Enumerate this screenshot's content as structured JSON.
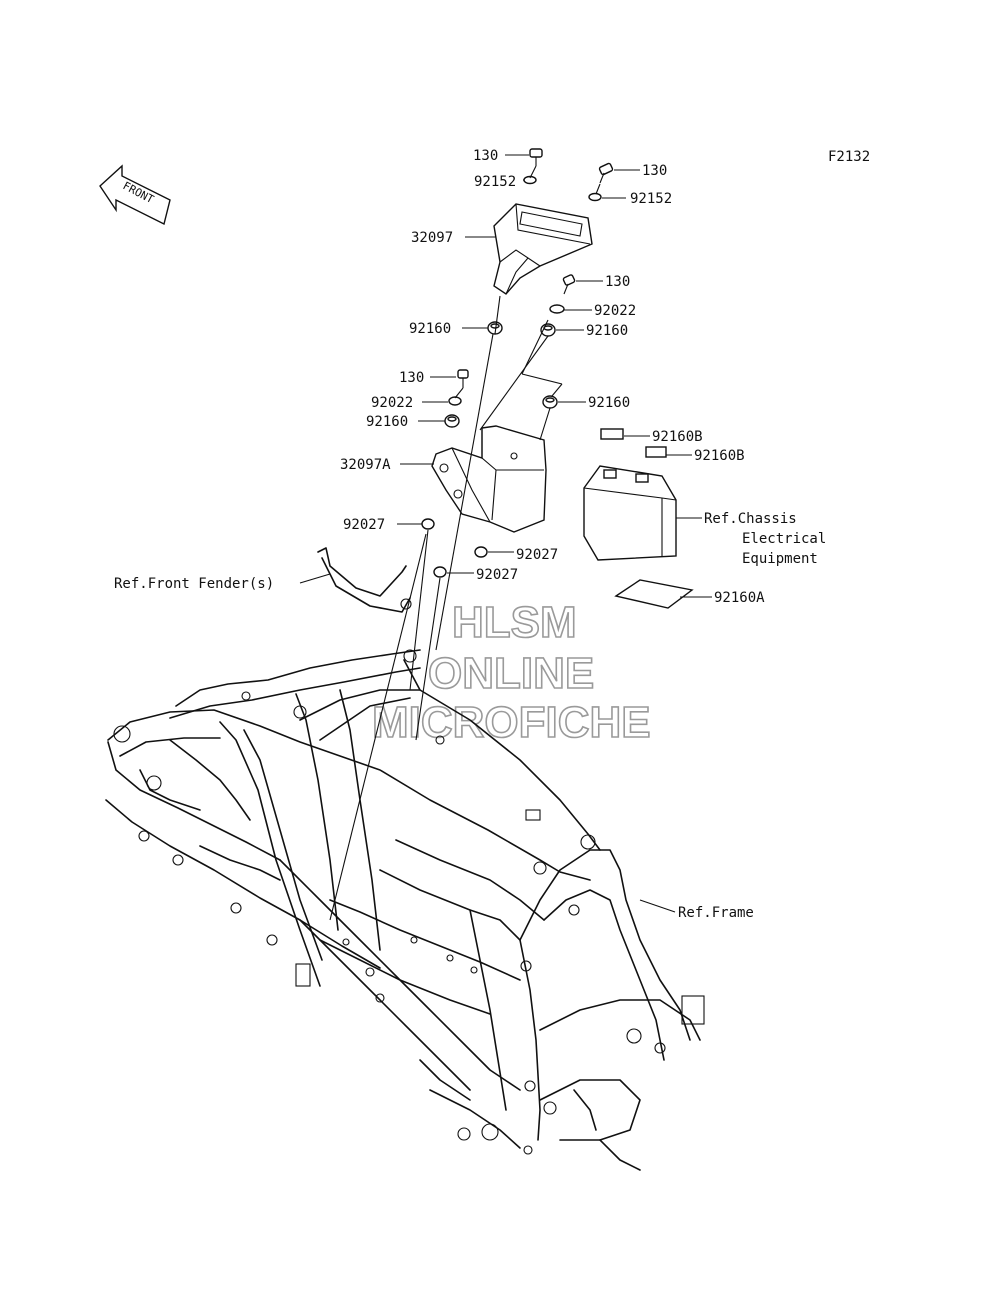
{
  "diagram": {
    "code": "F2132",
    "front_arrow": "FRONT",
    "watermark": [
      "HLSM",
      "ONLINE",
      "MICROFICHE"
    ],
    "callouts": [
      {
        "id": "c-130-a",
        "text": "130"
      },
      {
        "id": "c-92152-a",
        "text": "92152"
      },
      {
        "id": "c-130-b",
        "text": "130"
      },
      {
        "id": "c-92152-b",
        "text": "92152"
      },
      {
        "id": "c-32097",
        "text": "32097"
      },
      {
        "id": "c-130-c",
        "text": "130"
      },
      {
        "id": "c-92022-a",
        "text": "92022"
      },
      {
        "id": "c-92160-a",
        "text": "92160"
      },
      {
        "id": "c-92160-b",
        "text": "92160"
      },
      {
        "id": "c-130-d",
        "text": "130"
      },
      {
        "id": "c-92022-b",
        "text": "92022"
      },
      {
        "id": "c-92160-c",
        "text": "92160"
      },
      {
        "id": "c-92160-d",
        "text": "92160"
      },
      {
        "id": "c-92160B-a",
        "text": "92160B"
      },
      {
        "id": "c-92160B-b",
        "text": "92160B"
      },
      {
        "id": "c-32097A",
        "text": "32097A"
      },
      {
        "id": "c-ref-chassis-1",
        "text": "Ref.Chassis"
      },
      {
        "id": "c-ref-chassis-2",
        "text": "Electrical"
      },
      {
        "id": "c-ref-chassis-3",
        "text": "Equipment"
      },
      {
        "id": "c-92027-a",
        "text": "92027"
      },
      {
        "id": "c-92027-b",
        "text": "92027"
      },
      {
        "id": "c-92027-c",
        "text": "92027"
      },
      {
        "id": "c-ref-fender",
        "text": "Ref.Front Fender(s)"
      },
      {
        "id": "c-92160A",
        "text": "92160A"
      },
      {
        "id": "c-ref-frame",
        "text": "Ref.Frame"
      }
    ]
  }
}
